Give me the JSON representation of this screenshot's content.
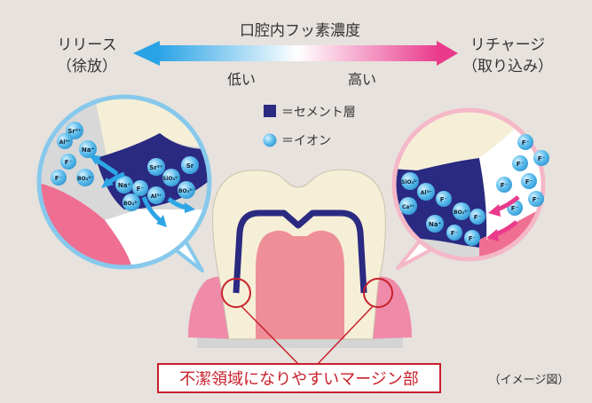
{
  "header": {
    "title": "口腔内フッ素濃度",
    "left_label_line1": "リリース",
    "left_label_line2": "（徐放）",
    "right_label_line1": "リチャージ",
    "right_label_line2": "（取り込み）",
    "low_label": "低い",
    "high_label": "高い"
  },
  "legend": {
    "cement_label": "＝セメント層",
    "ion_label": "＝イオン"
  },
  "left_zoom": {
    "ions": [
      "Sr²⁺",
      "Al³⁺",
      "Na⁺",
      "F⁻",
      "BO₃³⁻",
      "F⁻",
      "Na⁺",
      "Sr²⁺",
      "SiO₃²⁻",
      "F⁻",
      "BO₃³⁻",
      "Al³⁺",
      "BO₃³⁻",
      "Sr"
    ]
  },
  "right_zoom": {
    "ions": [
      "F⁻",
      "F⁻",
      "F⁻",
      "F⁻",
      "F⁻",
      "F⁻",
      "F⁻",
      "SiO₃²⁻",
      "Al³⁺",
      "F⁻",
      "BO₃³⁻",
      "F⁻",
      "Na⁺",
      "F⁻",
      "F⁻",
      "Ca²⁺"
    ]
  },
  "callout": {
    "text": "不潔領域になりやすいマージン部"
  },
  "footnote": "（イメージ図）",
  "colors": {
    "background": "#e7e2dd",
    "cement": "#2a2a82",
    "release_blue": "#2ea6e6",
    "recharge_pink": "#ea3a8c",
    "callout_red": "#c8202b",
    "gum_pink": "#ef6f92"
  }
}
